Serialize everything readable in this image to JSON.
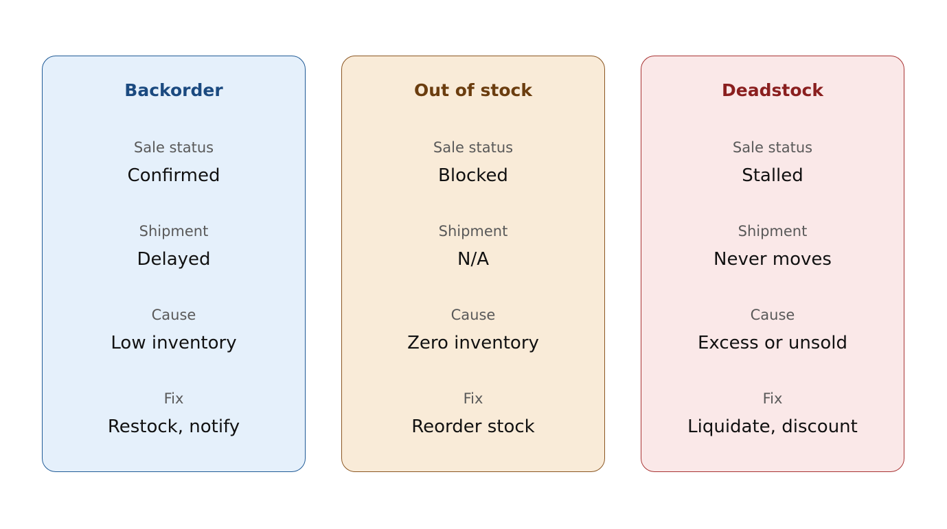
{
  "cards": [
    {
      "title": "Backorder",
      "accent": "#1f5a96",
      "title_color": "#1b4a80",
      "background": "#e5f0fb",
      "fields": [
        {
          "label": "Sale status",
          "value": "Confirmed"
        },
        {
          "label": "Shipment",
          "value": "Delayed"
        },
        {
          "label": "Cause",
          "value": "Low inventory"
        },
        {
          "label": "Fix",
          "value": "Restock, notify"
        }
      ]
    },
    {
      "title": "Out of stock",
      "accent": "#8a5520",
      "title_color": "#6b3d0f",
      "background": "#f9ebd8",
      "fields": [
        {
          "label": "Sale status",
          "value": "Blocked"
        },
        {
          "label": "Shipment",
          "value": "N/A"
        },
        {
          "label": "Cause",
          "value": "Zero inventory"
        },
        {
          "label": "Fix",
          "value": "Reorder stock"
        }
      ]
    },
    {
      "title": "Deadstock",
      "accent": "#a83232",
      "title_color": "#8a1f1f",
      "background": "#fae8e8",
      "fields": [
        {
          "label": "Sale status",
          "value": "Stalled"
        },
        {
          "label": "Shipment",
          "value": "Never moves"
        },
        {
          "label": "Cause",
          "value": "Excess or unsold"
        },
        {
          "label": "Fix",
          "value": "Liquidate, discount"
        }
      ]
    }
  ]
}
